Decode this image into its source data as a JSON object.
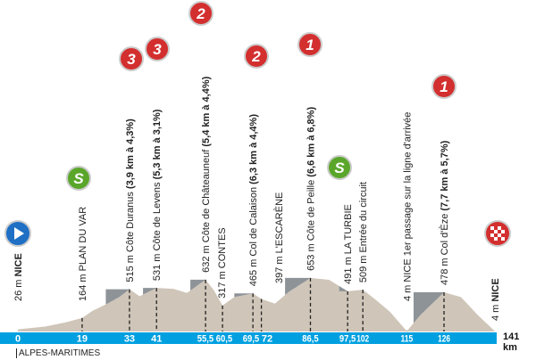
{
  "total_distance": "141 km",
  "region": "ALPES-MARITIMES",
  "colors": {
    "axis": "#00a0e0",
    "terrain": "#cfc5b8",
    "climb": "#8e9398",
    "kom": "#d32f2f",
    "sprint": "#5aa62a",
    "start": "#1f6fc4"
  },
  "km_ticks": [
    "0",
    "19",
    "33",
    "41",
    "55,5",
    "60,5",
    "69,5",
    "72",
    "86,5",
    "97,5",
    "102",
    "115",
    "126"
  ],
  "points": [
    {
      "km": 0,
      "text": "26 m ",
      "bold": "NICE",
      "icon": "start-icon"
    },
    {
      "km": 19,
      "text": "164 m PLAN DU VAR",
      "bold": "",
      "icon": "sprint-icon",
      "badge": "S"
    },
    {
      "km": 33,
      "text": "515 m Côte Duranus ",
      "bold": "(3,9 km à 4,3%)",
      "icon": "kom-icon",
      "badge": "3"
    },
    {
      "km": 41,
      "text": "531 m Côte de Levens ",
      "bold": "(5,3 km à 3,1%)",
      "icon": "kom-icon",
      "badge": "3"
    },
    {
      "km": 55.5,
      "text": "632 m Côte de Châteauneuf ",
      "bold": "(5,4 km à 4,4%)",
      "icon": "kom-icon",
      "badge": "2"
    },
    {
      "km": 60.5,
      "text": "317 m CONTES",
      "bold": ""
    },
    {
      "km": 69.5,
      "text": "465 m Col de Calaison ",
      "bold": "(6,3 km à 4,4%)",
      "icon": "kom-icon",
      "badge": "2"
    },
    {
      "km": 72,
      "text": "397 m L'ESCARÈNE",
      "bold": ""
    },
    {
      "km": 86.5,
      "text": "653 m Côte de Peille ",
      "bold": "(6,6 km à 6,8%)",
      "icon": "kom-icon",
      "badge": "1"
    },
    {
      "km": 97.5,
      "text": "491 m LA TURBIE",
      "bold": "",
      "icon": "sprint-icon",
      "badge": "S"
    },
    {
      "km": 102,
      "text": "509 m Entrée du circuit",
      "bold": ""
    },
    {
      "km": 115,
      "text": "4 m NICE 1er passage sur la ligne d'arrivée",
      "bold": ""
    },
    {
      "km": 126,
      "text": "478 m Col d'Èze ",
      "bold": "(7,7 km à 5,7%)",
      "icon": "kom-icon",
      "badge": "1"
    },
    {
      "km": 141,
      "text": "4 m ",
      "bold": "NICE",
      "icon": "finish-icon"
    }
  ],
  "profile": [
    [
      0,
      26
    ],
    [
      8,
      60
    ],
    [
      14,
      110
    ],
    [
      19,
      164
    ],
    [
      22,
      250
    ],
    [
      26,
      330
    ],
    [
      30,
      420
    ],
    [
      33,
      515
    ],
    [
      36,
      430
    ],
    [
      41,
      531
    ],
    [
      46,
      520
    ],
    [
      50,
      470
    ],
    [
      55.5,
      632
    ],
    [
      58,
      500
    ],
    [
      60.5,
      317
    ],
    [
      64,
      420
    ],
    [
      69.5,
      465
    ],
    [
      72,
      397
    ],
    [
      76,
      340
    ],
    [
      80,
      480
    ],
    [
      86.5,
      653
    ],
    [
      92,
      630
    ],
    [
      97.5,
      491
    ],
    [
      102,
      509
    ],
    [
      106,
      380
    ],
    [
      110,
      240
    ],
    [
      115,
      4
    ],
    [
      119,
      200
    ],
    [
      126,
      478
    ],
    [
      131,
      420
    ],
    [
      136,
      200
    ],
    [
      141,
      4
    ]
  ]
}
